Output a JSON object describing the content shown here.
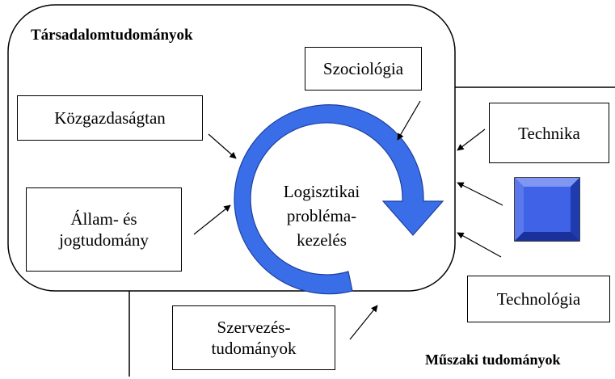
{
  "groups": {
    "social": "Társadalomtudományok",
    "technical": "Műszaki tudományok"
  },
  "boxes": {
    "sociology": "Szociológia",
    "economics": "Közgazdaságtan",
    "law_line1": "Állam- és",
    "law_line2": "jogtudomány",
    "organization_line1": "Szervezés-",
    "organization_line2": "tudományok",
    "engineering": "Technika",
    "technology": "Technológia"
  },
  "center": {
    "line1": "Logisztikai",
    "line2": "probléma-",
    "line3": "kezelés"
  },
  "colors": {
    "cycle_arrow": "#3a6ee8",
    "block": "#3f62e6",
    "stroke": "#000000"
  }
}
